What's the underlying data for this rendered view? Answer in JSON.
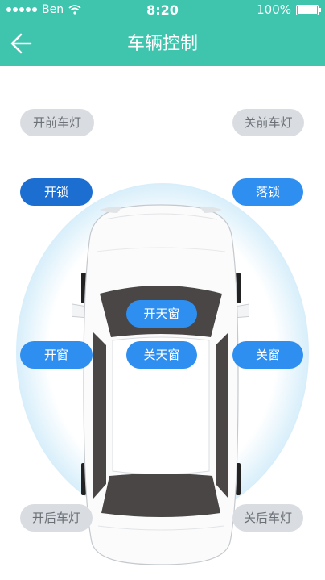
{
  "status_bar": {
    "carrier": "Ben",
    "time": "8:20",
    "battery": "100%"
  },
  "nav": {
    "title": "车辆控制"
  },
  "controls": {
    "front_lights_on": "开前车灯",
    "front_lights_off": "关前车灯",
    "unlock": "开锁",
    "lock": "落锁",
    "sunroof_open": "开天窗",
    "sunroof_close": "关天窗",
    "window_open": "开窗",
    "window_close": "关窗",
    "rear_lights_on": "开后车灯",
    "rear_lights_off": "关后车灯"
  },
  "colors": {
    "header": "#3fc4ae",
    "button_blue": "#2f8ff0",
    "button_gray": "#d9dde2"
  }
}
